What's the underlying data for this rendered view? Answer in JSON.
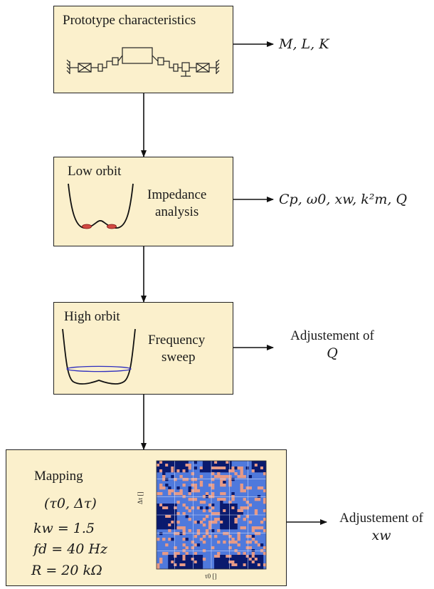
{
  "boxes": {
    "prototype": {
      "title": "Prototype characteristics",
      "output": "M, L, K"
    },
    "low_orbit": {
      "title": "Low orbit",
      "label_line1": "Impedance",
      "label_line2": "analysis",
      "output": "Cp, ω0, xw, k²m, Q"
    },
    "high_orbit": {
      "title": "High orbit",
      "label_line1": "Frequency",
      "label_line2": "sweep",
      "output_line1": "Adjustement of",
      "output_line2": "Q"
    },
    "mapping": {
      "title": "Mapping",
      "param1": "(τ0, Δτ)",
      "param2": "kw = 1.5",
      "param3": "fd = 40 Hz",
      "param4": "R = 20 kΩ",
      "output_line1": "Adjustement of",
      "output_line2": "xw",
      "map_xlabel": "τ0 []",
      "map_ylabel": "Δτ []"
    }
  },
  "colors": {
    "box_fill": "#fbf0cc",
    "map_light_blue": "#4f79dc",
    "map_dark_blue": "#0a1a6e",
    "map_salmon": "#e79a86",
    "ellipse_blue": "#2d2dbf",
    "well_red": "#cc3333"
  }
}
